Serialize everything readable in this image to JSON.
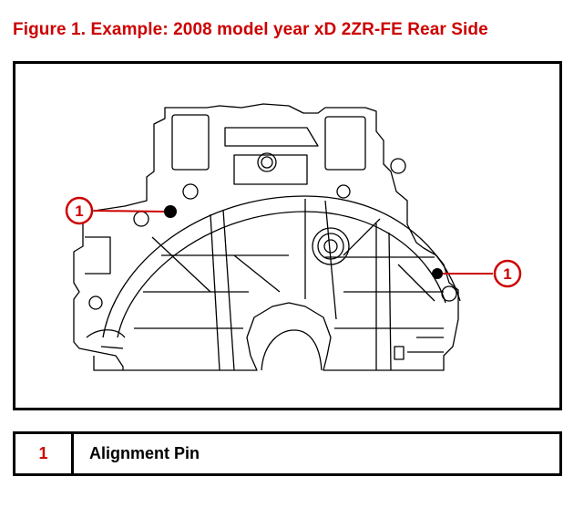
{
  "figure": {
    "title": "Figure 1.  Example: 2008 model year xD 2ZR-FE Rear Side"
  },
  "callouts": [
    {
      "number": "1"
    },
    {
      "number": "1"
    }
  ],
  "legend": {
    "rows": [
      {
        "number": "1",
        "label": "Alignment Pin"
      }
    ]
  },
  "colors": {
    "accent": "#cc0000",
    "line": "#000000"
  }
}
